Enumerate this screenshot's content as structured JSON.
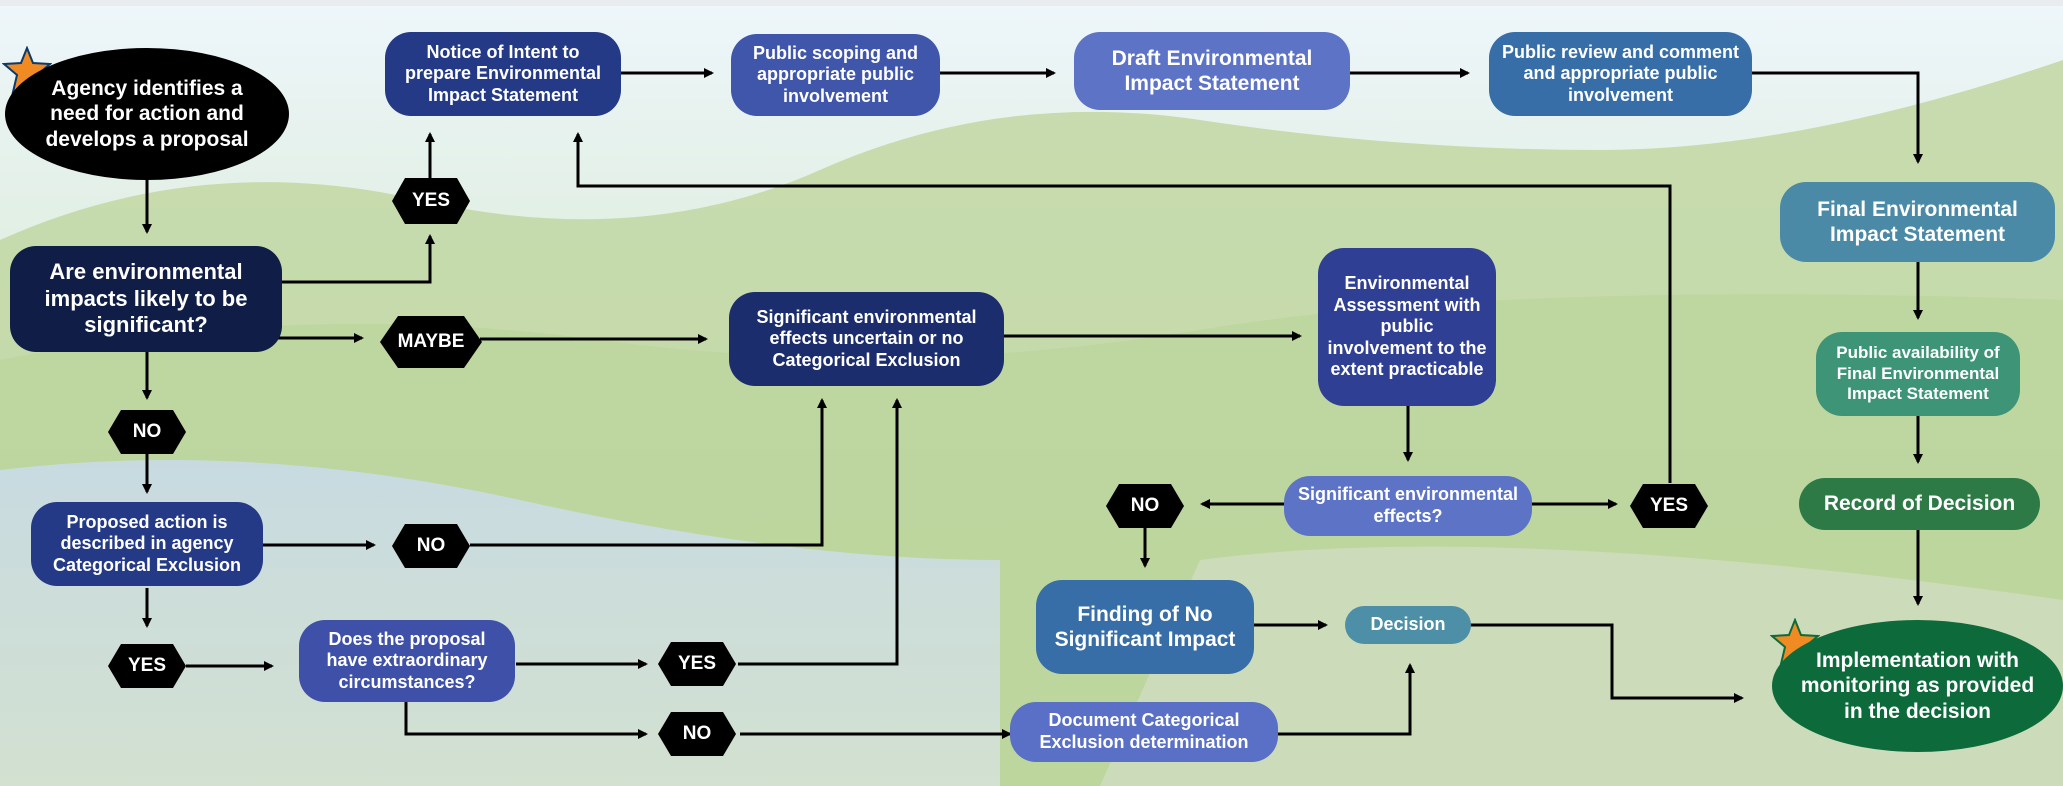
{
  "colors": {
    "navy": "#0f1d47",
    "dark_blue": "#243a86",
    "medium_blue": "#4a5fb0",
    "steel_blue": "#386ea8",
    "teal": "#4b8aa6",
    "green": "#3e9477",
    "dark_green": "#2e7a46",
    "deep_green": "#0d6a3a",
    "star": "#f08a23",
    "arrow": "#000000"
  },
  "nodes": {
    "start": "Agency identifies a need for action and develops a proposal",
    "significance_question": "Are environmental impacts likely to be significant?",
    "notice_of_intent": "Notice of Intent to prepare Environmental Impact Statement",
    "public_scoping": "Public scoping and appropriate public involvement",
    "draft_eis": "Draft Environmental Impact Statement",
    "public_review": "Public review and comment and appropriate public involvement",
    "final_eis": "Final Environmental Impact Statement",
    "public_availability": "Public availability of Final Environmental Impact Statement",
    "record_of_decision": "Record of Decision",
    "implementation": "Implementation with monitoring as provided in the decision",
    "uncertain_effects": "Significant environmental effects uncertain or no Categorical Exclusion",
    "environmental_assessment": "Environmental Assessment with public involvement to the extent practicable",
    "significant_effects_question": "Significant environmental effects?",
    "fonsi": "Finding of No Significant Impact",
    "decision": "Decision",
    "categorical_exclusion": "Proposed action is described in agency Categorical Exclusion",
    "extraordinary_question": "Does the proposal have extraordinary circumstances?",
    "document_ce": "Document Categorical Exclusion determination"
  },
  "labels": {
    "yes_top": "YES",
    "maybe": "MAYBE",
    "no_left": "NO",
    "no_middle": "NO",
    "yes_left_bottom": "YES",
    "yes_extraordinary": "YES",
    "no_extraordinary": "NO",
    "no_ea": "NO",
    "yes_ea": "YES"
  }
}
